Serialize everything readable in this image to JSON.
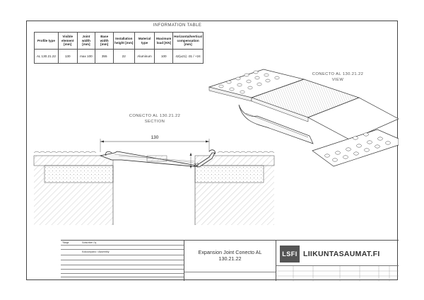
{
  "info_table": {
    "title": "INFORMATION TABLE",
    "headers": [
      "Profile type",
      "Visible element [mm]",
      "Joint width [mm]",
      "Base width [mm]",
      "Installation height [mm]",
      "Material type",
      "Maximum load [KN]",
      "Horizontal/vertical compensation [mm]"
    ],
    "row": [
      "AL 130.21.22",
      "130",
      "max 100",
      "355",
      "22",
      "Aluminum",
      "100",
      "42(±21) -31 / +24"
    ]
  },
  "view_label": {
    "line1": "CONECTO AL 130.21.22",
    "line2": "VIEW"
  },
  "section_label": {
    "line1": "CONECTO AL 130.21.22",
    "line2": "SECTION"
  },
  "dimensions": {
    "width": "130",
    "height": "22"
  },
  "title_block": {
    "title_line1": "Expansion Joint Conecto AL",
    "title_line2": "130.21.22",
    "left_row1": "Subscriber Oy",
    "left_row2": "Kokoonpano / Assembly",
    "brand": "LIIKUNTASAUMAT.FI",
    "logo": "LSFI"
  }
}
